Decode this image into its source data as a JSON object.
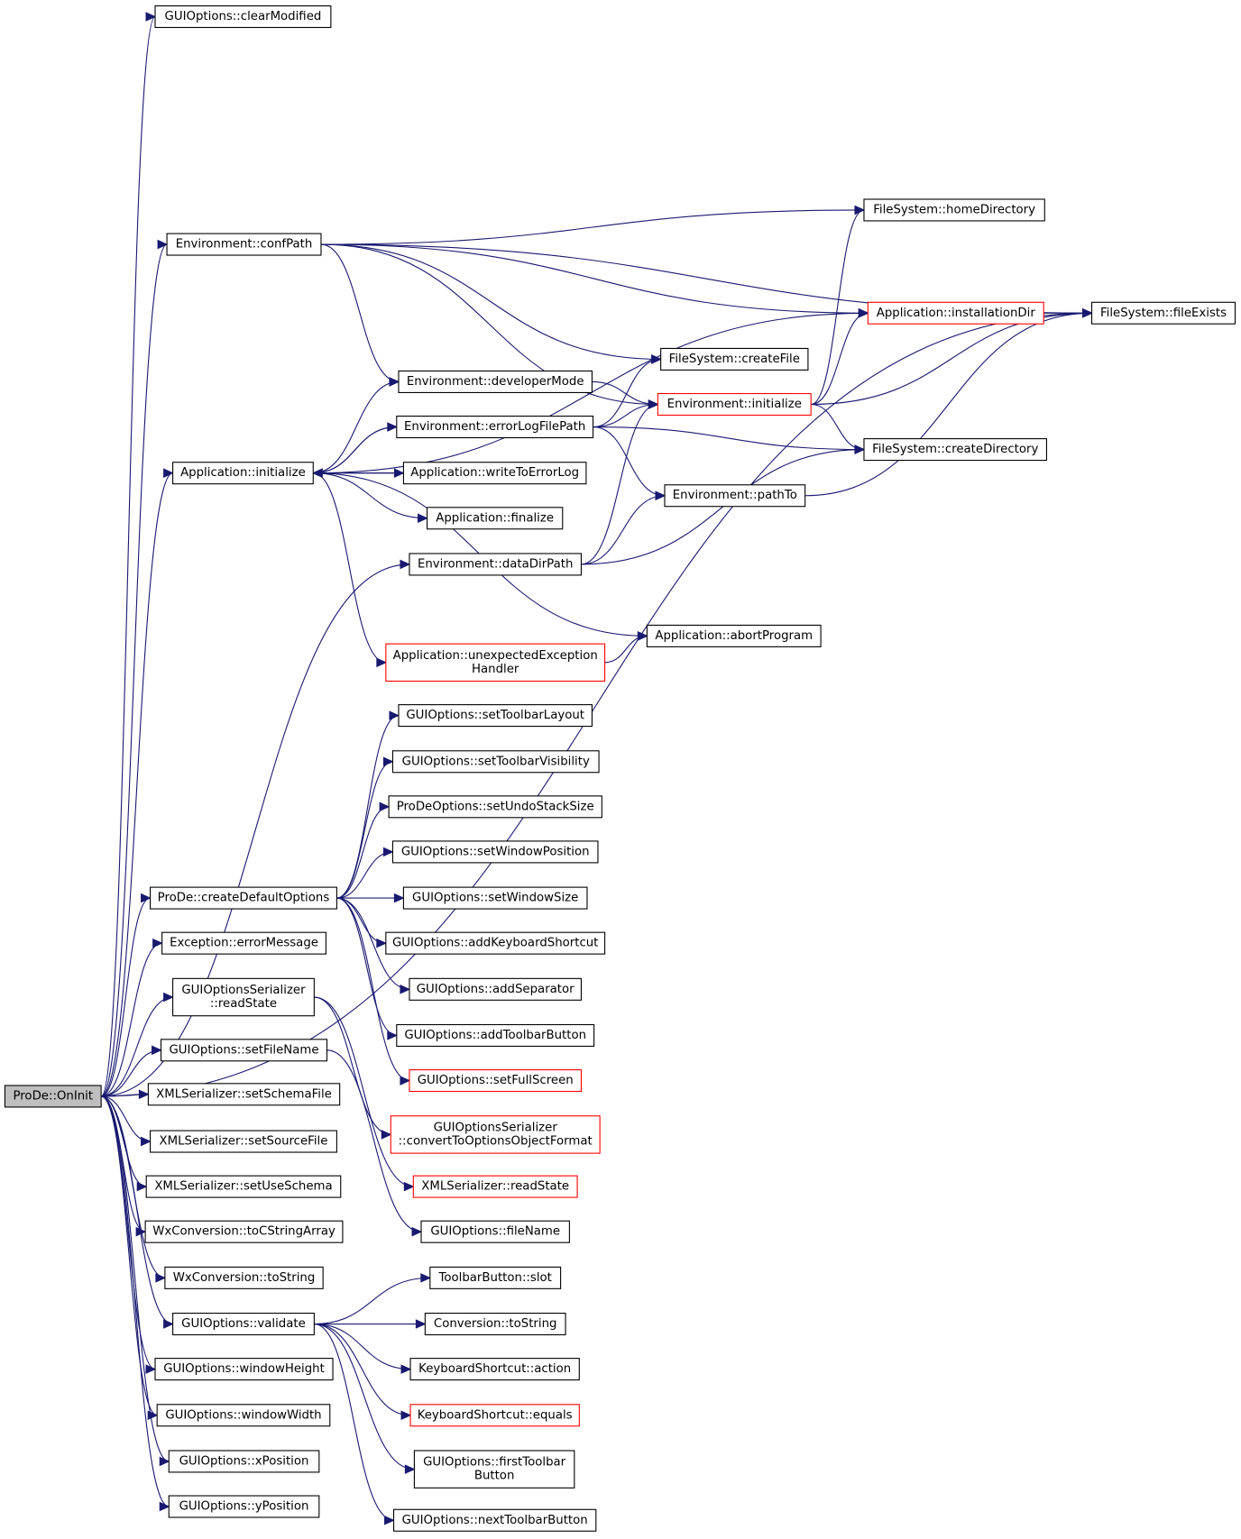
{
  "graph": {
    "root": "ProDe::OnInit",
    "nodes": [
      {
        "id": "onInit",
        "lines": [
          "ProDe::OnInit"
        ],
        "style": "root"
      },
      {
        "id": "clearModified",
        "lines": [
          "GUIOptions::clearModified"
        ],
        "style": "normal"
      },
      {
        "id": "confPath",
        "lines": [
          "Environment::confPath"
        ],
        "style": "normal"
      },
      {
        "id": "homeDirectory",
        "lines": [
          "FileSystem::homeDirectory"
        ],
        "style": "normal"
      },
      {
        "id": "installationDir",
        "lines": [
          "Application::installationDir"
        ],
        "style": "truncated"
      },
      {
        "id": "fileExists",
        "lines": [
          "FileSystem::fileExists"
        ],
        "style": "normal"
      },
      {
        "id": "createFile",
        "lines": [
          "FileSystem::createFile"
        ],
        "style": "normal"
      },
      {
        "id": "developerMode",
        "lines": [
          "Environment::developerMode"
        ],
        "style": "normal"
      },
      {
        "id": "envInitialize",
        "lines": [
          "Environment::initialize"
        ],
        "style": "truncated"
      },
      {
        "id": "errorLogFilePath",
        "lines": [
          "Environment::errorLogFilePath"
        ],
        "style": "normal"
      },
      {
        "id": "createDirectory",
        "lines": [
          "FileSystem::createDirectory"
        ],
        "style": "normal"
      },
      {
        "id": "appInitialize",
        "lines": [
          "Application::initialize"
        ],
        "style": "normal"
      },
      {
        "id": "writeToErrorLog",
        "lines": [
          "Application::writeToErrorLog"
        ],
        "style": "normal"
      },
      {
        "id": "pathTo",
        "lines": [
          "Environment::pathTo"
        ],
        "style": "normal"
      },
      {
        "id": "finalize",
        "lines": [
          "Application::finalize"
        ],
        "style": "normal"
      },
      {
        "id": "dataDirPath",
        "lines": [
          "Environment::dataDirPath"
        ],
        "style": "normal"
      },
      {
        "id": "abortProgram",
        "lines": [
          "Application::abortProgram"
        ],
        "style": "normal"
      },
      {
        "id": "unexpectedHandler",
        "lines": [
          "Application::unexpectedException",
          "Handler"
        ],
        "style": "truncated"
      },
      {
        "id": "setToolbarLayout",
        "lines": [
          "GUIOptions::setToolbarLayout"
        ],
        "style": "normal"
      },
      {
        "id": "setToolbarVisibility",
        "lines": [
          "GUIOptions::setToolbarVisibility"
        ],
        "style": "normal"
      },
      {
        "id": "setUndoStackSize",
        "lines": [
          "ProDeOptions::setUndoStackSize"
        ],
        "style": "normal"
      },
      {
        "id": "setWindowPosition",
        "lines": [
          "GUIOptions::setWindowPosition"
        ],
        "style": "normal"
      },
      {
        "id": "createDefaultOptions",
        "lines": [
          "ProDe::createDefaultOptions"
        ],
        "style": "normal"
      },
      {
        "id": "setWindowSize",
        "lines": [
          "GUIOptions::setWindowSize"
        ],
        "style": "normal"
      },
      {
        "id": "errorMessage",
        "lines": [
          "Exception::errorMessage"
        ],
        "style": "normal"
      },
      {
        "id": "addKeyboardShortcut",
        "lines": [
          "GUIOptions::addKeyboardShortcut"
        ],
        "style": "normal"
      },
      {
        "id": "serializerReadState",
        "lines": [
          "GUIOptionsSerializer",
          "::readState"
        ],
        "style": "normal"
      },
      {
        "id": "addSeparator",
        "lines": [
          "GUIOptions::addSeparator"
        ],
        "style": "normal"
      },
      {
        "id": "addToolbarButton",
        "lines": [
          "GUIOptions::addToolbarButton"
        ],
        "style": "normal"
      },
      {
        "id": "setFileName",
        "lines": [
          "GUIOptions::setFileName"
        ],
        "style": "normal"
      },
      {
        "id": "setFullScreen",
        "lines": [
          "GUIOptions::setFullScreen"
        ],
        "style": "truncated"
      },
      {
        "id": "setSchemaFile",
        "lines": [
          "XMLSerializer::setSchemaFile"
        ],
        "style": "normal"
      },
      {
        "id": "convertToOptions",
        "lines": [
          "GUIOptionsSerializer",
          "::convertToOptionsObjectFormat"
        ],
        "style": "truncated"
      },
      {
        "id": "setSourceFile",
        "lines": [
          "XMLSerializer::setSourceFile"
        ],
        "style": "normal"
      },
      {
        "id": "setUseSchema",
        "lines": [
          "XMLSerializer::setUseSchema"
        ],
        "style": "normal"
      },
      {
        "id": "xmlReadState",
        "lines": [
          "XMLSerializer::readState"
        ],
        "style": "truncated"
      },
      {
        "id": "toCStringArray",
        "lines": [
          "WxConversion::toCStringArray"
        ],
        "style": "normal"
      },
      {
        "id": "fileName",
        "lines": [
          "GUIOptions::fileName"
        ],
        "style": "normal"
      },
      {
        "id": "wxToString",
        "lines": [
          "WxConversion::toString"
        ],
        "style": "normal"
      },
      {
        "id": "slot",
        "lines": [
          "ToolbarButton::slot"
        ],
        "style": "normal"
      },
      {
        "id": "validate",
        "lines": [
          "GUIOptions::validate"
        ],
        "style": "normal"
      },
      {
        "id": "convToString",
        "lines": [
          "Conversion::toString"
        ],
        "style": "normal"
      },
      {
        "id": "windowHeight",
        "lines": [
          "GUIOptions::windowHeight"
        ],
        "style": "normal"
      },
      {
        "id": "kbAction",
        "lines": [
          "KeyboardShortcut::action"
        ],
        "style": "normal"
      },
      {
        "id": "windowWidth",
        "lines": [
          "GUIOptions::windowWidth"
        ],
        "style": "normal"
      },
      {
        "id": "kbEquals",
        "lines": [
          "KeyboardShortcut::equals"
        ],
        "style": "truncated"
      },
      {
        "id": "xPosition",
        "lines": [
          "GUIOptions::xPosition"
        ],
        "style": "normal"
      },
      {
        "id": "firstToolbarButton",
        "lines": [
          "GUIOptions::firstToolbar",
          "Button"
        ],
        "style": "normal"
      },
      {
        "id": "yPosition",
        "lines": [
          "GUIOptions::yPosition"
        ],
        "style": "normal"
      },
      {
        "id": "nextToolbarButton",
        "lines": [
          "GUIOptions::nextToolbarButton"
        ],
        "style": "normal"
      }
    ],
    "edges": [
      [
        "onInit",
        "clearModified"
      ],
      [
        "onInit",
        "fileExists"
      ],
      [
        "onInit",
        "confPath"
      ],
      [
        "onInit",
        "appInitialize"
      ],
      [
        "onInit",
        "dataDirPath"
      ],
      [
        "onInit",
        "createDefaultOptions"
      ],
      [
        "onInit",
        "errorMessage"
      ],
      [
        "onInit",
        "serializerReadState"
      ],
      [
        "onInit",
        "setFileName"
      ],
      [
        "onInit",
        "setSchemaFile"
      ],
      [
        "onInit",
        "setSourceFile"
      ],
      [
        "onInit",
        "setUseSchema"
      ],
      [
        "onInit",
        "toCStringArray"
      ],
      [
        "onInit",
        "wxToString"
      ],
      [
        "onInit",
        "validate"
      ],
      [
        "onInit",
        "windowHeight"
      ],
      [
        "onInit",
        "windowWidth"
      ],
      [
        "onInit",
        "xPosition"
      ],
      [
        "onInit",
        "yPosition"
      ],
      [
        "confPath",
        "fileExists"
      ],
      [
        "confPath",
        "homeDirectory"
      ],
      [
        "confPath",
        "installationDir"
      ],
      [
        "confPath",
        "createFile"
      ],
      [
        "confPath",
        "developerMode"
      ],
      [
        "confPath",
        "envInitialize"
      ],
      [
        "installationDir",
        "fileExists"
      ],
      [
        "envInitialize",
        "homeDirectory"
      ],
      [
        "envInitialize",
        "installationDir"
      ],
      [
        "envInitialize",
        "fileExists"
      ],
      [
        "envInitialize",
        "createDirectory"
      ],
      [
        "developerMode",
        "envInitialize"
      ],
      [
        "errorLogFilePath",
        "createFile"
      ],
      [
        "errorLogFilePath",
        "envInitialize"
      ],
      [
        "errorLogFilePath",
        "createDirectory"
      ],
      [
        "errorLogFilePath",
        "pathTo"
      ],
      [
        "errorLogFilePath",
        "appInitialize"
      ],
      [
        "appInitialize",
        "installationDir"
      ],
      [
        "appInitialize",
        "developerMode"
      ],
      [
        "appInitialize",
        "errorLogFilePath"
      ],
      [
        "appInitialize",
        "writeToErrorLog"
      ],
      [
        "appInitialize",
        "finalize"
      ],
      [
        "appInitialize",
        "abortProgram"
      ],
      [
        "appInitialize",
        "unexpectedHandler"
      ],
      [
        "writeToErrorLog",
        "appInitialize"
      ],
      [
        "pathTo",
        "fileExists"
      ],
      [
        "dataDirPath",
        "pathTo"
      ],
      [
        "dataDirPath",
        "envInitialize"
      ],
      [
        "dataDirPath",
        "createDirectory"
      ],
      [
        "unexpectedHandler",
        "abortProgram"
      ],
      [
        "createDefaultOptions",
        "setToolbarLayout"
      ],
      [
        "createDefaultOptions",
        "setToolbarVisibility"
      ],
      [
        "createDefaultOptions",
        "setUndoStackSize"
      ],
      [
        "createDefaultOptions",
        "setWindowPosition"
      ],
      [
        "createDefaultOptions",
        "setWindowSize"
      ],
      [
        "createDefaultOptions",
        "addKeyboardShortcut"
      ],
      [
        "createDefaultOptions",
        "addSeparator"
      ],
      [
        "createDefaultOptions",
        "addToolbarButton"
      ],
      [
        "createDefaultOptions",
        "setFullScreen"
      ],
      [
        "serializerReadState",
        "convertToOptions"
      ],
      [
        "serializerReadState",
        "xmlReadState"
      ],
      [
        "setFileName",
        "fileName"
      ],
      [
        "validate",
        "slot"
      ],
      [
        "validate",
        "convToString"
      ],
      [
        "validate",
        "kbAction"
      ],
      [
        "validate",
        "kbEquals"
      ],
      [
        "validate",
        "firstToolbarButton"
      ],
      [
        "validate",
        "nextToolbarButton"
      ]
    ]
  },
  "colors": {
    "edge": "#191970",
    "node_border": "#000000",
    "truncated_border": "#ff0000",
    "root_fill": "#bfbfbf",
    "node_fill": "#ffffff"
  }
}
